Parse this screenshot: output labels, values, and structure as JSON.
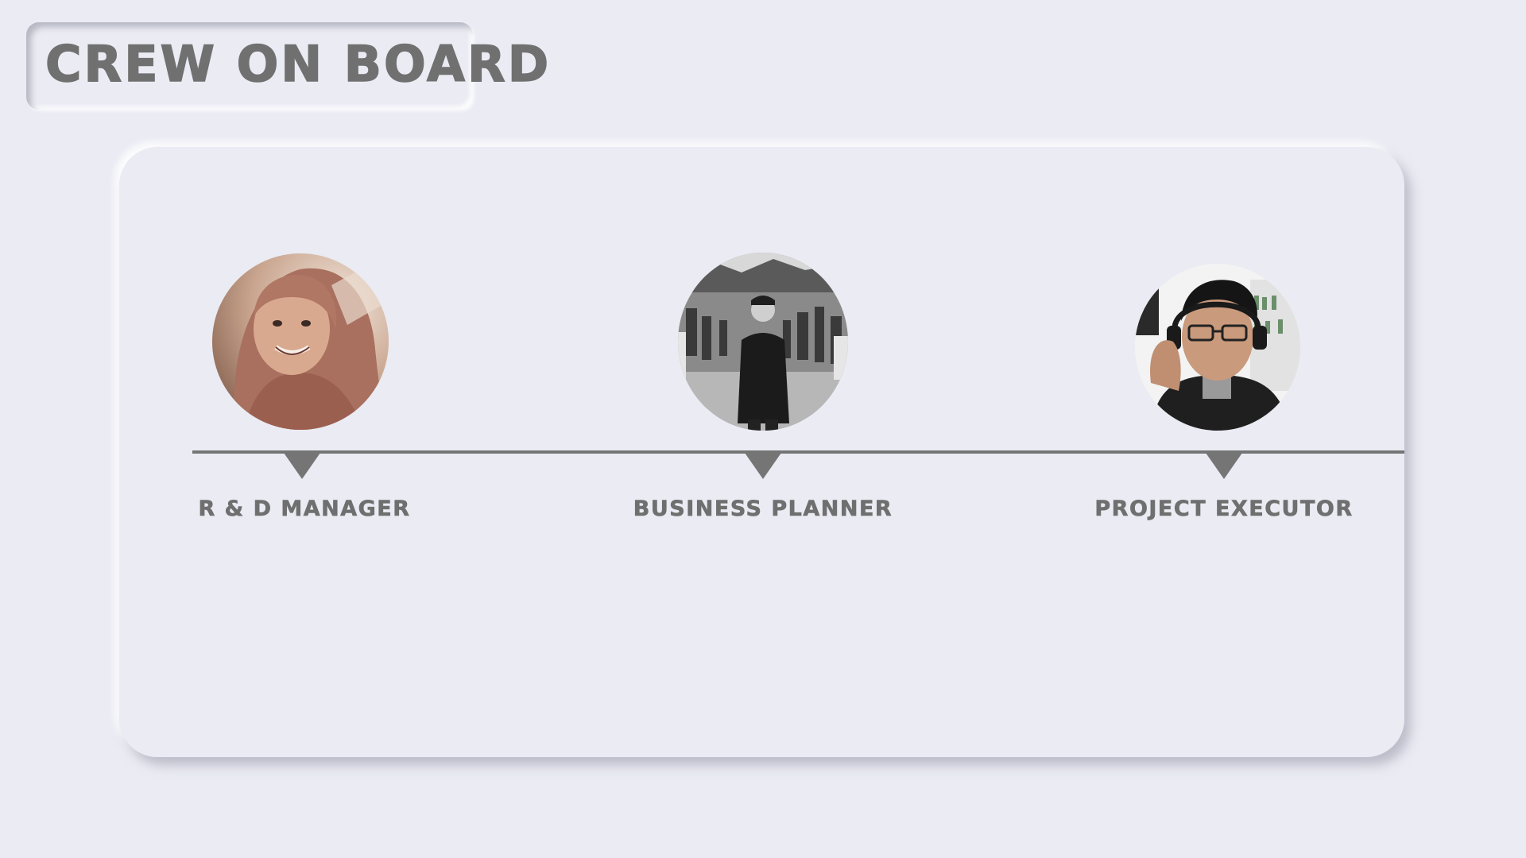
{
  "header": {
    "title": "CREW ON BOARD"
  },
  "crew": [
    {
      "role": "R & D MANAGER",
      "photo_icon": "person-hijab-photo-icon"
    },
    {
      "role": "BUSINESS PLANNER",
      "photo_icon": "person-standing-crowd-photo-icon"
    },
    {
      "role": "PROJECT EXECUTOR",
      "photo_icon": "person-headphones-photo-icon"
    }
  ],
  "colors": {
    "background": "#eaebf3",
    "text": "#707070",
    "timeline": "#757575"
  }
}
